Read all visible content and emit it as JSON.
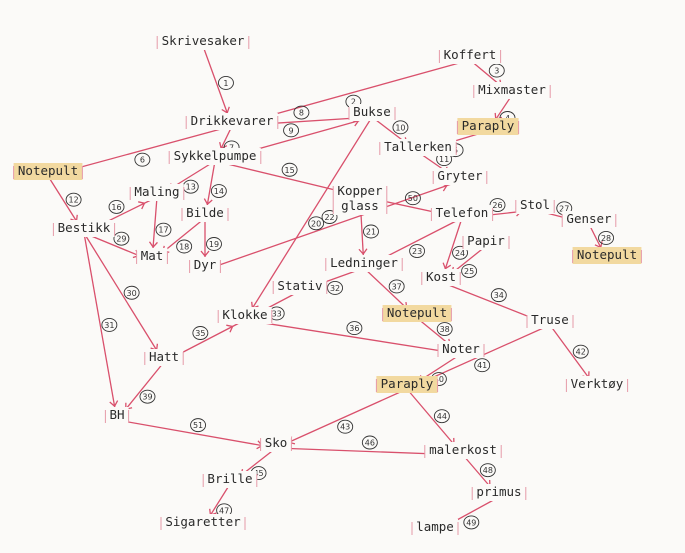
{
  "colors": {
    "edge": "#d9506c",
    "highlight": "#f2d9a0",
    "text": "#2a2a2a"
  },
  "nodes": [
    {
      "id": "skrivesaker",
      "label": "Skrivesaker"
    },
    {
      "id": "koffert",
      "label": "Koffert"
    },
    {
      "id": "mixmaster",
      "label": "Mixmaster"
    },
    {
      "id": "paraply1",
      "label": "Paraply",
      "highlight": true
    },
    {
      "id": "drikkevarer",
      "label": "Drikkevarer"
    },
    {
      "id": "bukse",
      "label": "Bukse"
    },
    {
      "id": "tallerken",
      "label": "Tallerken"
    },
    {
      "id": "sykkelpumpe",
      "label": "Sykkelpumpe"
    },
    {
      "id": "notepult1",
      "label": "Notepult",
      "highlight": true
    },
    {
      "id": "gryter",
      "label": "Gryter"
    },
    {
      "id": "maling",
      "label": "Maling"
    },
    {
      "id": "kopperglass",
      "label": "Kopper glass"
    },
    {
      "id": "telefon",
      "label": "Telefon"
    },
    {
      "id": "stol",
      "label": "Stol"
    },
    {
      "id": "genser",
      "label": "Genser"
    },
    {
      "id": "bestikk",
      "label": "Bestikk"
    },
    {
      "id": "bilde",
      "label": "Bilde"
    },
    {
      "id": "mat",
      "label": "Mat"
    },
    {
      "id": "dyr",
      "label": "Dyr"
    },
    {
      "id": "papir",
      "label": "Papir"
    },
    {
      "id": "notepult2",
      "label": "Notepult",
      "highlight": true
    },
    {
      "id": "ledninger",
      "label": "Ledninger"
    },
    {
      "id": "kost",
      "label": "Kost"
    },
    {
      "id": "stativ",
      "label": "Stativ"
    },
    {
      "id": "klokke",
      "label": "Klokke"
    },
    {
      "id": "notepult3",
      "label": "Notepult",
      "highlight": true
    },
    {
      "id": "truse",
      "label": "Truse"
    },
    {
      "id": "noter",
      "label": "Noter"
    },
    {
      "id": "hatt",
      "label": "Hatt"
    },
    {
      "id": "paraply2",
      "label": "Paraply",
      "highlight": true
    },
    {
      "id": "verktoy",
      "label": "Verktøy"
    },
    {
      "id": "bh",
      "label": "BH"
    },
    {
      "id": "sko",
      "label": "Sko"
    },
    {
      "id": "malerkost",
      "label": "malerkost"
    },
    {
      "id": "brille",
      "label": "Brille"
    },
    {
      "id": "primus",
      "label": "primus"
    },
    {
      "id": "sigaretter",
      "label": "Sigaretter"
    },
    {
      "id": "lampe",
      "label": "lampe"
    }
  ],
  "edges": [
    {
      "from": "skrivesaker",
      "to": "drikkevarer",
      "n": "1"
    },
    {
      "from": "koffert",
      "to": "drikkevarer",
      "n": "2"
    },
    {
      "from": "koffert",
      "to": "mixmaster",
      "n": "3"
    },
    {
      "from": "mixmaster",
      "to": "paraply1",
      "n": "4"
    },
    {
      "from": "paraply1",
      "to": "tallerken",
      "n": "5"
    },
    {
      "from": "drikkevarer",
      "to": "notepult1",
      "n": "6"
    },
    {
      "from": "drikkevarer",
      "to": "sykkelpumpe",
      "n": "7"
    },
    {
      "from": "drikkevarer",
      "to": "bukse",
      "n": "8"
    },
    {
      "from": "sykkelpumpe",
      "to": "bukse",
      "n": "9"
    },
    {
      "from": "bukse",
      "to": "tallerken",
      "n": "10"
    },
    {
      "from": "tallerken",
      "to": "gryter",
      "n": "11"
    },
    {
      "from": "notepult1",
      "to": "bestikk",
      "n": "12"
    },
    {
      "from": "sykkelpumpe",
      "to": "maling",
      "n": "13"
    },
    {
      "from": "sykkelpumpe",
      "to": "bilde",
      "n": "14"
    },
    {
      "from": "sykkelpumpe",
      "to": "kopperglass",
      "n": "15"
    },
    {
      "from": "bestikk",
      "to": "maling",
      "n": "16"
    },
    {
      "from": "maling",
      "to": "mat",
      "n": "17"
    },
    {
      "from": "bilde",
      "to": "mat",
      "n": "18"
    },
    {
      "from": "bilde",
      "to": "dyr",
      "n": "19"
    },
    {
      "from": "bukse",
      "to": "klokke",
      "n": "20"
    },
    {
      "from": "kopperglass",
      "to": "ledninger",
      "n": "21"
    },
    {
      "from": "dyr",
      "to": "gryter",
      "n": "22"
    },
    {
      "from": "telefon",
      "to": "ledninger",
      "n": "23"
    },
    {
      "from": "telefon",
      "to": "kost",
      "n": "24"
    },
    {
      "from": "papir",
      "to": "kost",
      "n": "25"
    },
    {
      "from": "telefon",
      "to": "stol",
      "n": "26"
    },
    {
      "from": "stol",
      "to": "genser",
      "n": "27"
    },
    {
      "from": "genser",
      "to": "notepult2",
      "n": "28"
    },
    {
      "from": "bestikk",
      "to": "mat",
      "n": "29"
    },
    {
      "from": "bestikk",
      "to": "hatt",
      "n": "30"
    },
    {
      "from": "bestikk",
      "to": "bh",
      "n": "31"
    },
    {
      "from": "ledninger",
      "to": "stativ",
      "n": "32"
    },
    {
      "from": "stativ",
      "to": "klokke",
      "n": "33"
    },
    {
      "from": "kost",
      "to": "truse",
      "n": "34"
    },
    {
      "from": "hatt",
      "to": "klokke",
      "n": "35"
    },
    {
      "from": "klokke",
      "to": "noter",
      "n": "36"
    },
    {
      "from": "ledninger",
      "to": "notepult3",
      "n": "37"
    },
    {
      "from": "notepult3",
      "to": "noter",
      "n": "38"
    },
    {
      "from": "hatt",
      "to": "bh",
      "n": "39"
    },
    {
      "from": "noter",
      "to": "paraply2",
      "n": "40"
    },
    {
      "from": "truse",
      "to": "paraply2",
      "n": "41"
    },
    {
      "from": "truse",
      "to": "verktoy",
      "n": "42"
    },
    {
      "from": "paraply2",
      "to": "sko",
      "n": "43"
    },
    {
      "from": "paraply2",
      "to": "malerkost",
      "n": "44"
    },
    {
      "from": "sko",
      "to": "brille",
      "n": "45"
    },
    {
      "from": "sko",
      "to": "malerkost",
      "n": "46"
    },
    {
      "from": "brille",
      "to": "sigaretter",
      "n": "47"
    },
    {
      "from": "malerkost",
      "to": "primus",
      "n": "48"
    },
    {
      "from": "primus",
      "to": "lampe",
      "n": "49"
    },
    {
      "from": "bh",
      "to": "sko",
      "n": "51"
    },
    {
      "from": "kopperglass",
      "to": "telefon",
      "n": "50"
    }
  ]
}
